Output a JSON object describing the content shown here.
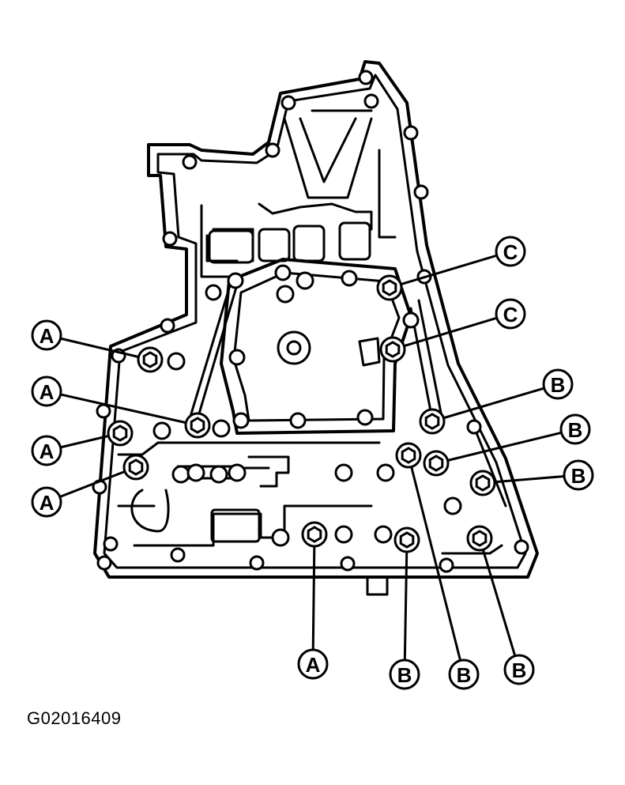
{
  "figure_id": "G02016409",
  "callouts": [
    {
      "id": "c1",
      "label": "C"
    },
    {
      "id": "c2",
      "label": "C"
    },
    {
      "id": "a1",
      "label": "A"
    },
    {
      "id": "a2",
      "label": "A"
    },
    {
      "id": "a3",
      "label": "A"
    },
    {
      "id": "a4",
      "label": "A"
    },
    {
      "id": "b1",
      "label": "B"
    },
    {
      "id": "b2",
      "label": "B"
    },
    {
      "id": "b3",
      "label": "B"
    },
    {
      "id": "a5",
      "label": "A"
    },
    {
      "id": "b4",
      "label": "B"
    },
    {
      "id": "b5",
      "label": "B"
    },
    {
      "id": "b6",
      "label": "B"
    }
  ]
}
